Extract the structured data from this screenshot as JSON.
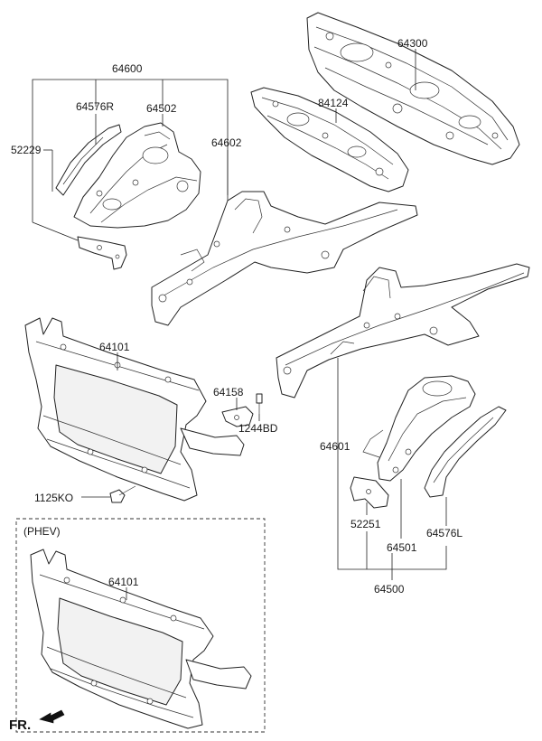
{
  "diagram": {
    "labels": {
      "p64600": "64600",
      "p64576R": "64576R",
      "p64502": "64502",
      "p52229": "52229",
      "p64602": "64602",
      "p64300": "64300",
      "p84124": "84124",
      "p64101_top": "64101",
      "p64158": "64158",
      "p1244BD": "1244BD",
      "p1125KO": "1125KO",
      "p64601": "64601",
      "p52251": "52251",
      "p64501": "64501",
      "p64576L": "64576L",
      "p64500": "64500",
      "p64101_phev": "64101"
    },
    "phev_box_title": "(PHEV)",
    "front_indicator": "FR."
  }
}
